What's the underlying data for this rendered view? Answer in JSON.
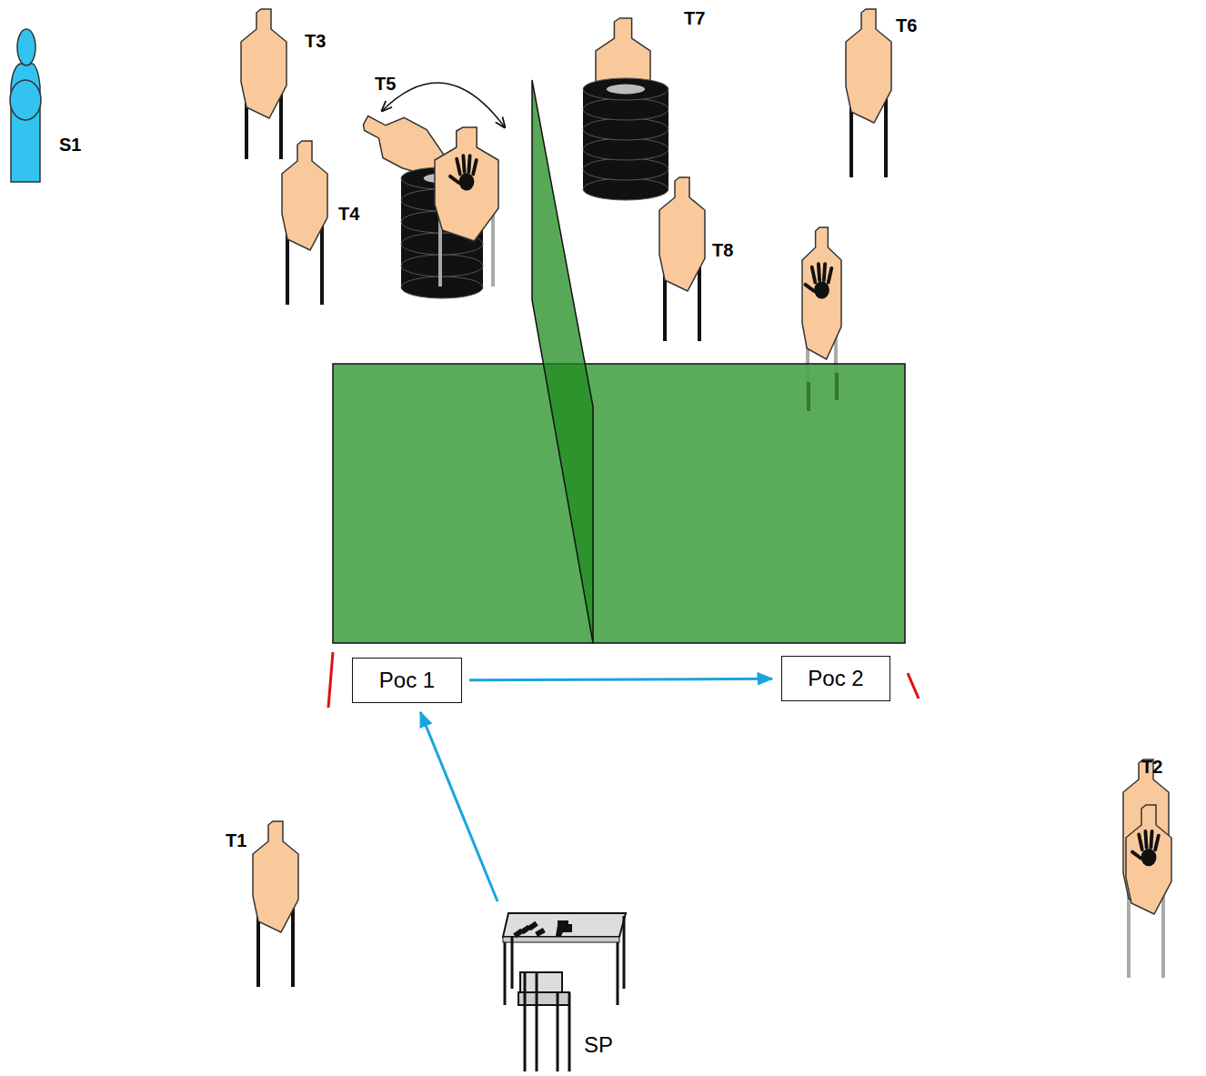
{
  "diagram": {
    "nodes": [
      {
        "text": [
          "Poc 1"
        ]
      },
      {
        "text": [
          "Poc 2"
        ]
      },
      {
        "text": [
          "SP"
        ]
      }
    ],
    "edges": [
      {
        "from": 2,
        "to": 0,
        "arrow": "to"
      },
      {
        "from": 0,
        "to": 1,
        "arrow": "to"
      }
    ],
    "labels": [
      "S1",
      "T3",
      "T4",
      "T5",
      "T7",
      "T6",
      "T8",
      "T1",
      "T2"
    ]
  }
}
